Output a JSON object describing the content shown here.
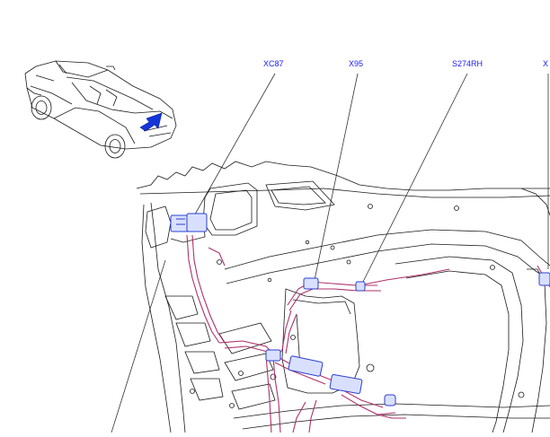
{
  "callouts": [
    {
      "id": "xc87",
      "label": "XC87"
    },
    {
      "id": "x95",
      "label": "X95"
    },
    {
      "id": "s274rh",
      "label": "S274RH"
    },
    {
      "id": "edge",
      "label": "X"
    }
  ],
  "colors": {
    "line": "#1a1a1a",
    "callout_text": "#1a1aff",
    "harness": "#b0306a",
    "connector": "#2a3fd0",
    "arrow": "#1436d8"
  },
  "icons": {
    "vehicle": "car-convertible-icon",
    "direction": "view-direction-arrow-icon"
  }
}
